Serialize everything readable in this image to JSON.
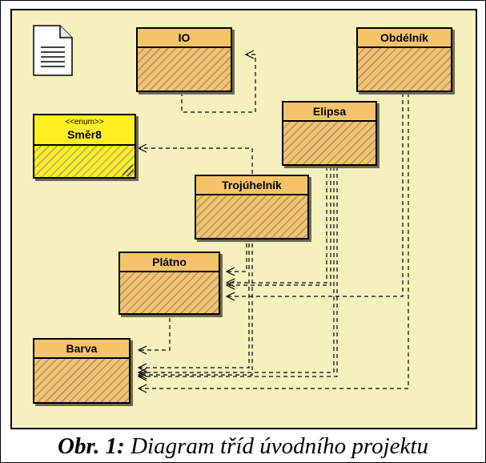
{
  "diagram": {
    "classes": {
      "io": "IO",
      "obdelnik": "Obdélník",
      "elipsa": "Elipsa",
      "trojuhelnik": "Trojúhelník",
      "platno": "Plátno",
      "barva": "Barva"
    },
    "enum": {
      "stereotype": "<<enum>>",
      "name": "Směr8"
    },
    "readme_icon": "document-icon"
  },
  "caption": {
    "label": "Obr. 1:",
    "text": " Diagram tříd úvodního projektu"
  },
  "colors": {
    "canvas": "#f6f0bf",
    "class_fill": "#f5ce79",
    "enum_fill": "#ffee22",
    "hatch": "#b79b75"
  }
}
